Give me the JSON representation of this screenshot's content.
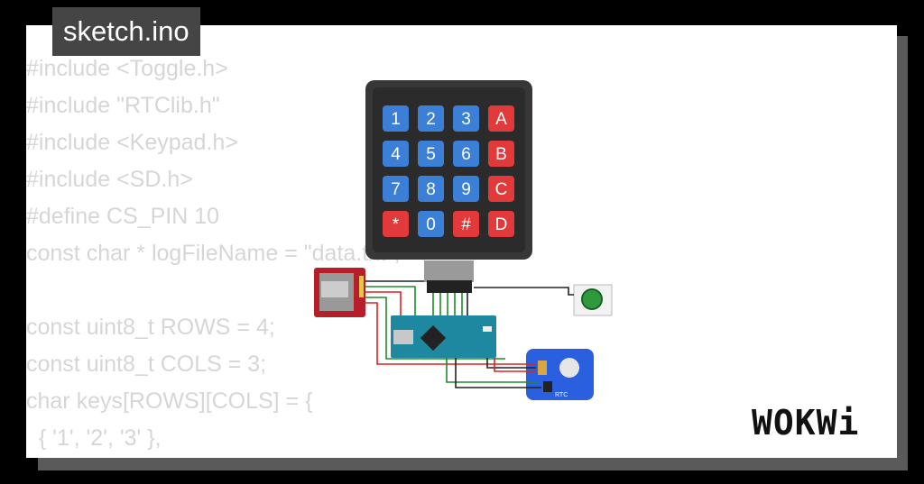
{
  "file_tab": "sketch.ino",
  "code_lines": [
    "#include <Toggle.h>",
    "#include \"RTClib.h\"",
    "#include <Keypad.h>",
    "#include <SD.h>",
    "#define CS_PIN 10",
    "const char * logFileName = \"data.txt\";",
    "",
    "const uint8_t ROWS = 4;",
    "const uint8_t COLS = 3;",
    "char keys[ROWS][COLS] = {",
    "  { '1', '2', '3' },"
  ],
  "keypad": {
    "keys": [
      "1",
      "2",
      "3",
      "A",
      "4",
      "5",
      "6",
      "B",
      "7",
      "8",
      "9",
      "C",
      "*",
      "0",
      "#",
      "D"
    ],
    "colors": {
      "number": "#3b7fd6",
      "letter": "#e23a3a",
      "frame": "#373737",
      "bezel": "#2b2b2b"
    }
  },
  "rtc_label": "RTC",
  "logo": "WOKWi",
  "colors": {
    "background": "#000000",
    "card": "#ffffff",
    "shadow": "#5a5a5a",
    "tab": "#454545",
    "code": "#d6d6d6",
    "arduino": "#1d88a0",
    "sd_module": "#b61f2a",
    "rtc_board": "#2a5fe0",
    "button": "#2e9a3b"
  }
}
